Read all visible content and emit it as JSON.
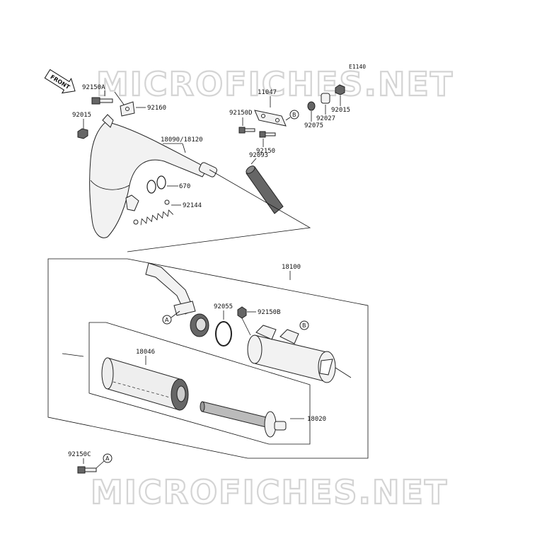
{
  "watermark": "MICROFICHES.NET",
  "diagram_code": "E1140",
  "front_label": "FRONT",
  "parts": {
    "p92150a": "92150A",
    "p92160": "92160",
    "p92015_left": "92015",
    "p11047": "11047",
    "p92150d": "92150D",
    "p92075": "92075",
    "p92027": "92027",
    "p92015_right": "92015",
    "p92150": "92150",
    "p18090": "18090/18120",
    "p92093": "92093",
    "p670": "670",
    "p92144": "92144",
    "p18100": "18100",
    "p92055": "92055",
    "p92150b": "92150B",
    "p18046": "18046",
    "p18020": "18020",
    "p92150c": "92150C"
  },
  "callouts": {
    "a": "A",
    "b": "B"
  }
}
